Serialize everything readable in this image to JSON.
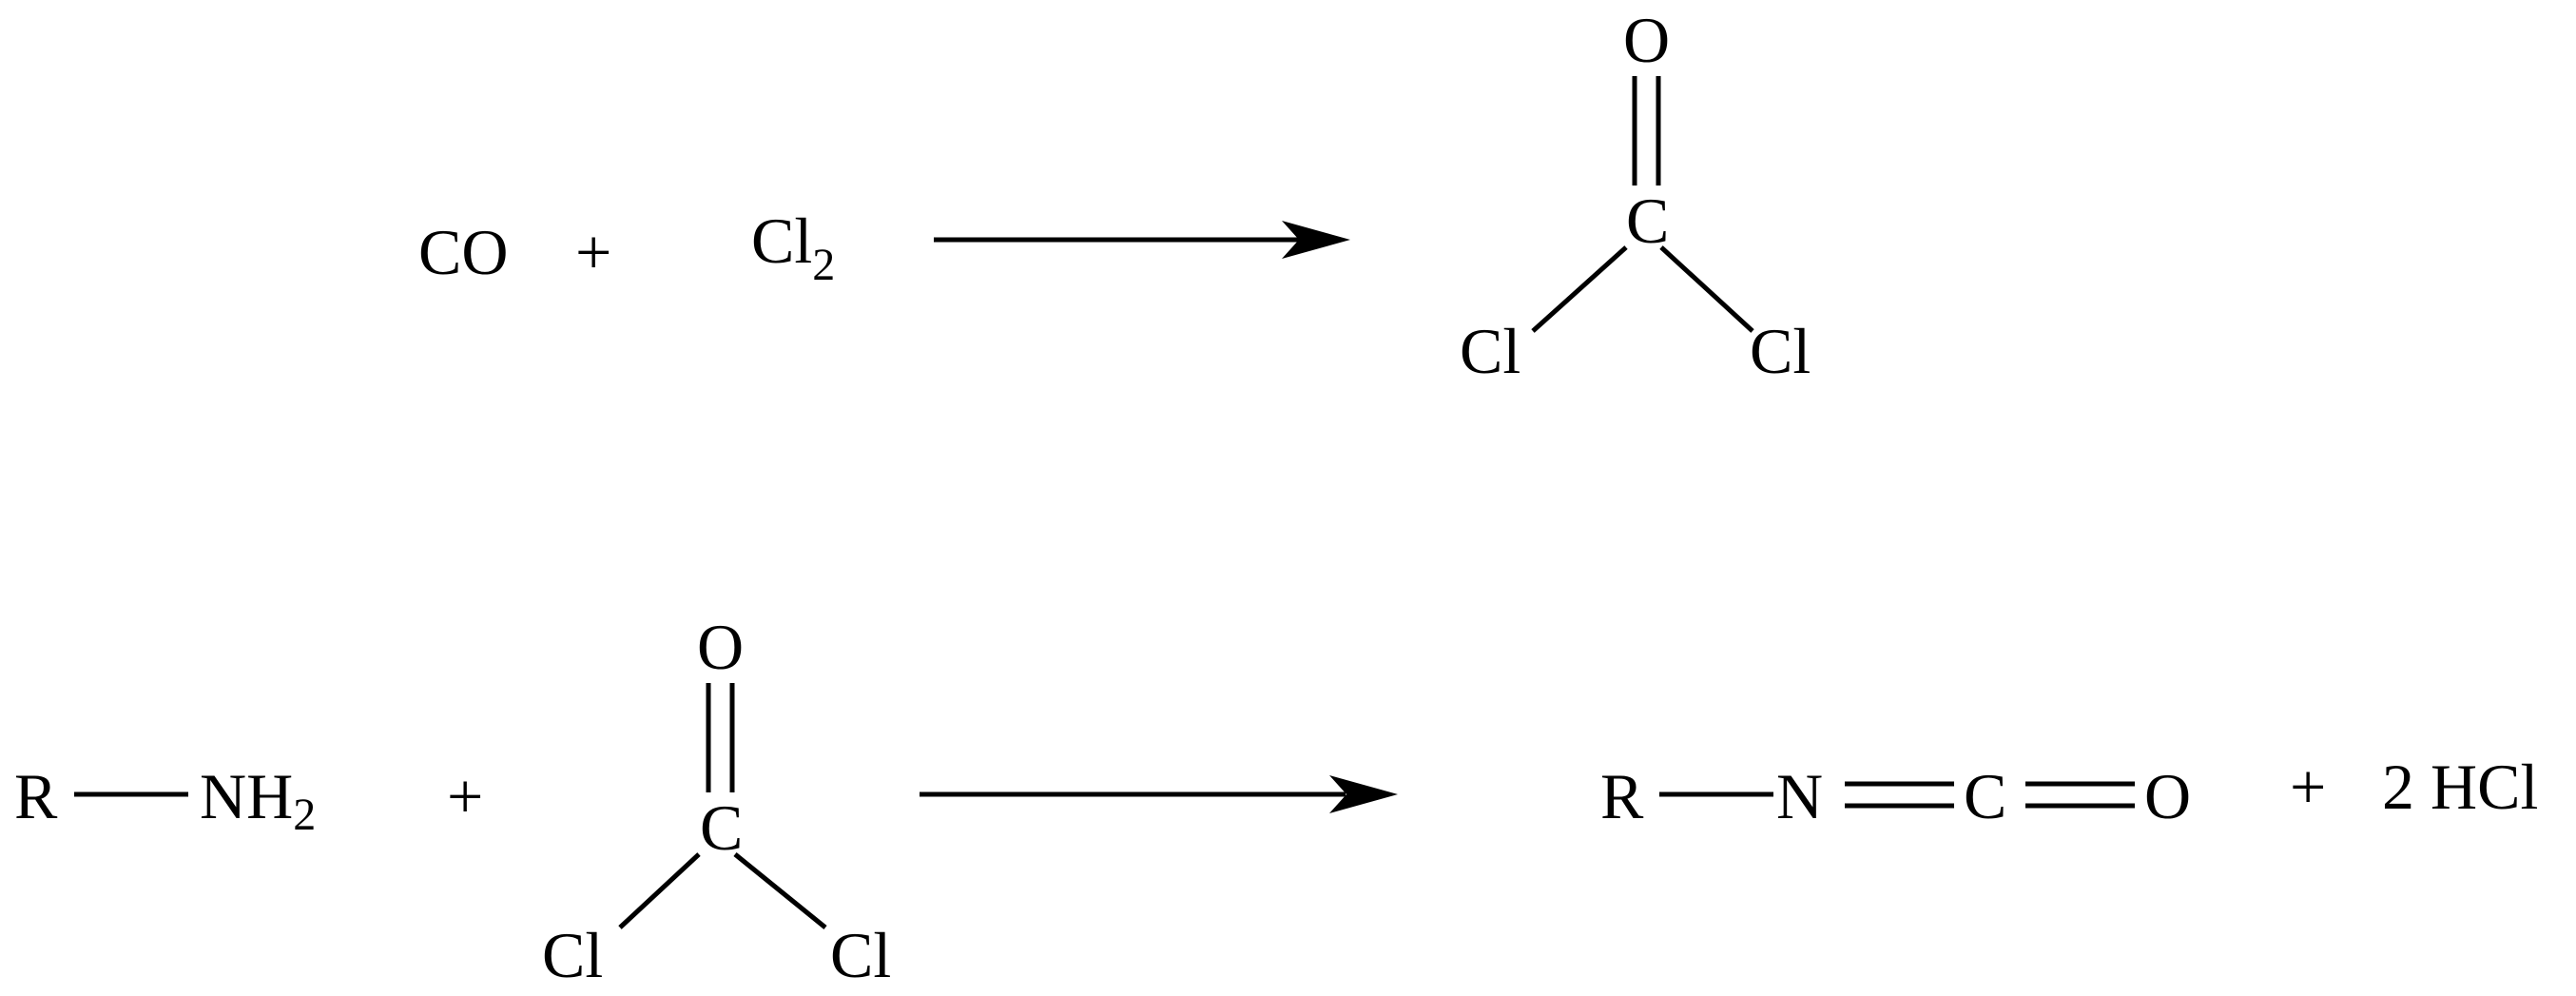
{
  "reaction1": {
    "reactant1": "CO",
    "plus": "+",
    "reactant2_main": "Cl",
    "reactant2_sub": "2",
    "product": {
      "top_atom": "O",
      "center_atom": "C",
      "left_atom": "Cl",
      "right_atom": "Cl"
    }
  },
  "reaction2": {
    "amine_r": "R",
    "amine_n": "NH",
    "amine_sub": "2",
    "plus1": "+",
    "phosgene": {
      "top_atom": "O",
      "center_atom": "C",
      "left_atom": "Cl",
      "right_atom": "Cl"
    },
    "product": {
      "r": "R",
      "n": "N",
      "c": "C",
      "o": "O"
    },
    "plus2": "+",
    "byproduct": "2 HCl"
  }
}
